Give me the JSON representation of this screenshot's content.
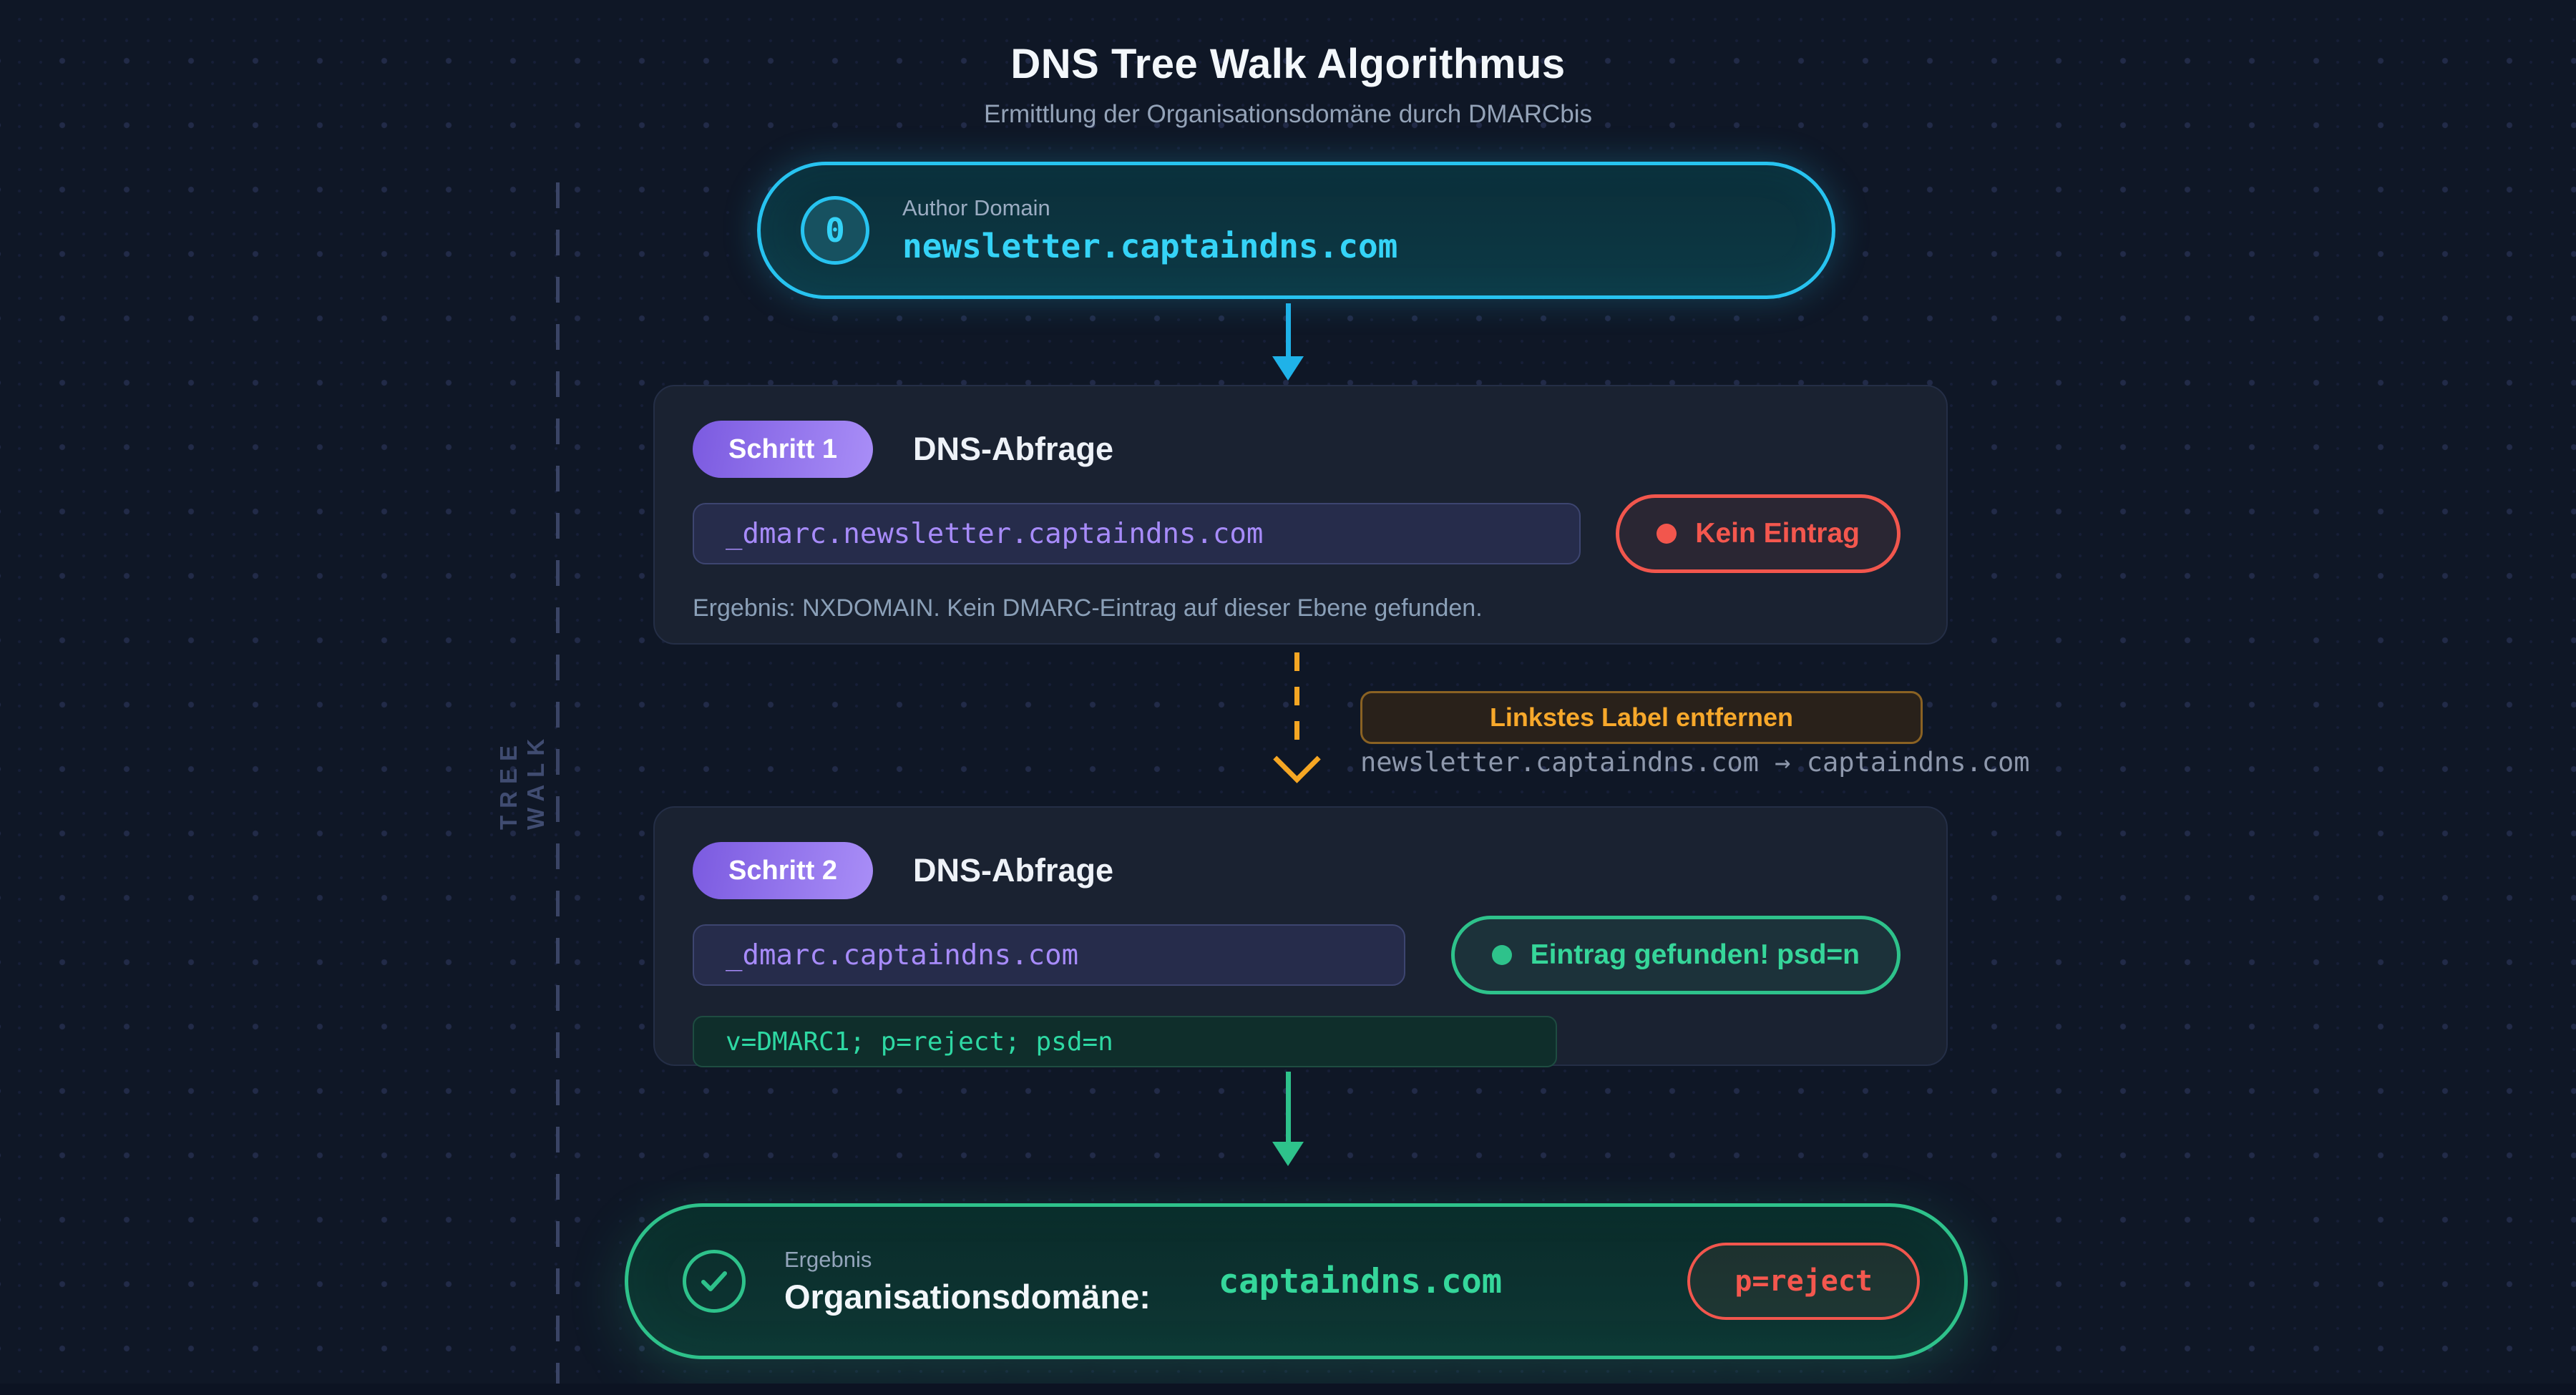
{
  "header": {
    "title": "DNS Tree Walk Algorithmus",
    "subtitle": "Ermittlung der Organisationsdomäne durch DMARCbis"
  },
  "sidebar": {
    "label": "TREE WALK"
  },
  "author_domain": {
    "step_number": "0",
    "label": "Author Domain",
    "domain": "newsletter.captaindns.com"
  },
  "step1": {
    "badge": "Schritt 1",
    "title": "DNS-Abfrage",
    "query": "_dmarc.newsletter.captaindns.com",
    "status": "Kein Eintrag",
    "result": "Ergebnis: NXDOMAIN. Kein DMARC-Eintrag auf dieser Ebene gefunden."
  },
  "transition": {
    "action": "Linkstes Label entfernen",
    "mapping": "newsletter.captaindns.com → captaindns.com"
  },
  "step2": {
    "badge": "Schritt 2",
    "title": "DNS-Abfrage",
    "query": "_dmarc.captaindns.com",
    "status": "Eintrag gefunden! psd=n",
    "record": "v=DMARC1; p=reject; psd=n"
  },
  "result": {
    "label": "Ergebnis",
    "heading": "Organisationsdomäne:",
    "domain": "captaindns.com",
    "policy": "p=reject"
  },
  "colors": {
    "background": "#0f1726",
    "cyan": "#27c3f0",
    "purple": "#8b6cf0",
    "purple_text": "#a78bfa",
    "red": "#f2564d",
    "orange": "#f5a623",
    "green": "#2ec28b",
    "slate": "#94a3b8"
  }
}
